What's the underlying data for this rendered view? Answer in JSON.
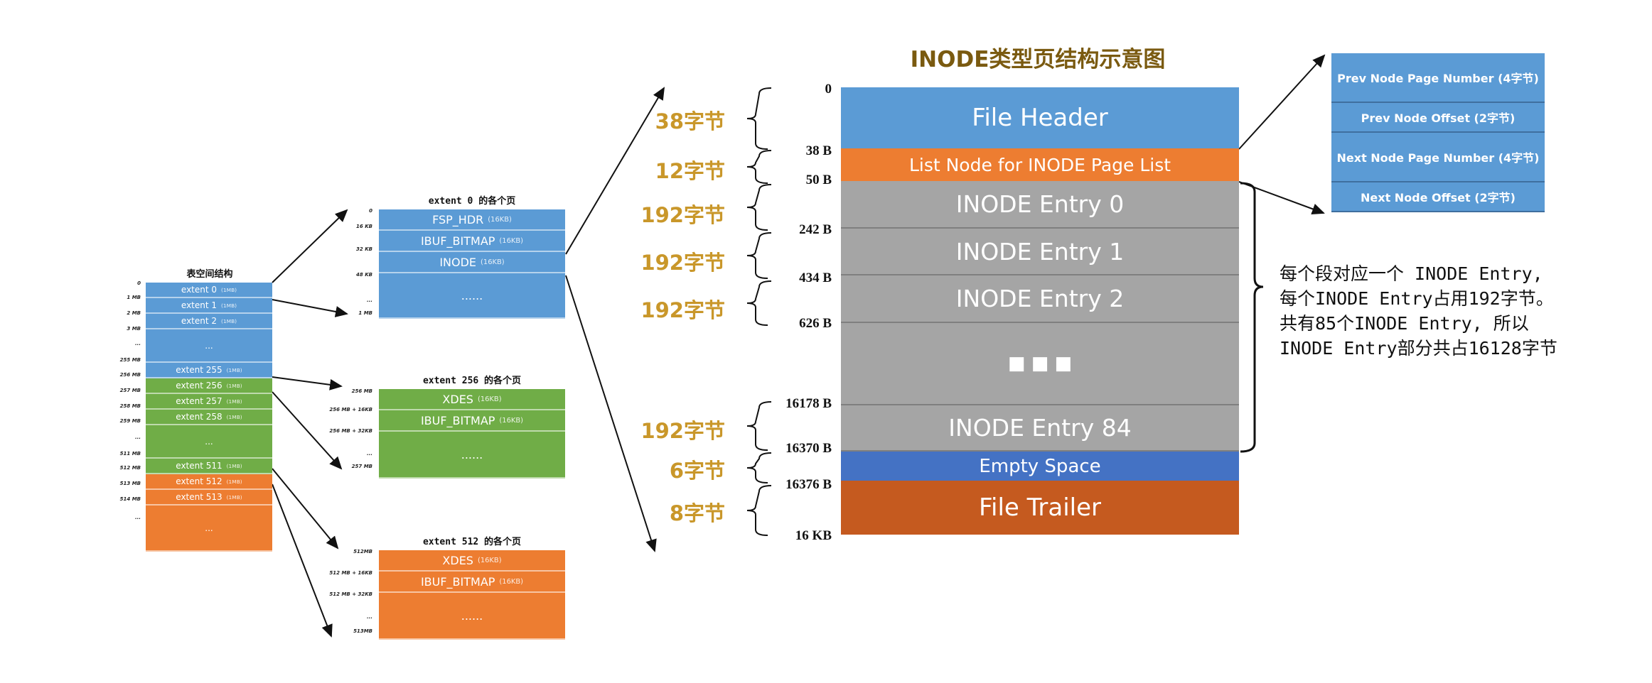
{
  "colors": {
    "blue": "#5b9bd5",
    "green": "#70ad47",
    "orange": "#ed7d31",
    "gray": "#a5a5a5",
    "empty_blue": "#4472c4",
    "trailer": "#c55a1f",
    "title_gold": "#7a5a10",
    "byte_label": "#c9972a"
  },
  "tablespace": {
    "title": "表空间结构",
    "extents": [
      {
        "label": "extent 0",
        "size": "(1MB)",
        "color": "blue"
      },
      {
        "label": "extent 1",
        "size": "(1MB)",
        "color": "blue"
      },
      {
        "label": "extent 2",
        "size": "(1MB)",
        "color": "blue"
      },
      {
        "label": "...",
        "size": "",
        "color": "blue"
      },
      {
        "label": "extent 255",
        "size": "(1MB)",
        "color": "blue"
      },
      {
        "label": "extent 256",
        "size": "(1MB)",
        "color": "green"
      },
      {
        "label": "extent 257",
        "size": "(1MB)",
        "color": "green"
      },
      {
        "label": "extent 258",
        "size": "(1MB)",
        "color": "green"
      },
      {
        "label": "...",
        "size": "",
        "color": "green"
      },
      {
        "label": "extent 511",
        "size": "(1MB)",
        "color": "green"
      },
      {
        "label": "extent 512",
        "size": "(1MB)",
        "color": "orange"
      },
      {
        "label": "extent 513",
        "size": "(1MB)",
        "color": "orange"
      },
      {
        "label": "...",
        "size": "",
        "color": "orange"
      }
    ],
    "offsets": [
      "0",
      "1 MB",
      "2 MB",
      "3 MB",
      "...",
      "255 MB",
      "256 MB",
      "257 MB",
      "258 MB",
      "259 MB",
      "...",
      "511 MB",
      "512 MB",
      "513 MB",
      "514 MB",
      "..."
    ]
  },
  "extent_details": [
    {
      "title": "extent 0 的各个页",
      "color": "blue",
      "pages": [
        {
          "label": "FSP_HDR",
          "size": "(16KB)"
        },
        {
          "label": "IBUF_BITMAP",
          "size": "(16KB)"
        },
        {
          "label": "INODE",
          "size": "(16KB)"
        },
        {
          "label": "......",
          "size": ""
        }
      ],
      "offsets": [
        "0",
        "16 KB",
        "32 KB",
        "48 KB",
        "...",
        "1 MB"
      ]
    },
    {
      "title": "extent 256 的各个页",
      "color": "green",
      "pages": [
        {
          "label": "XDES",
          "size": "(16KB)"
        },
        {
          "label": "IBUF_BITMAP",
          "size": "(16KB)"
        },
        {
          "label": "......",
          "size": ""
        }
      ],
      "offsets": [
        "256 MB",
        "256 MB + 16KB",
        "256 MB + 32KB",
        "...",
        "257 MB"
      ]
    },
    {
      "title": "extent 512 的各个页",
      "color": "orange",
      "pages": [
        {
          "label": "XDES",
          "size": "(16KB)"
        },
        {
          "label": "IBUF_BITMAP",
          "size": "(16KB)"
        },
        {
          "label": "......",
          "size": ""
        }
      ],
      "offsets": [
        "512MB",
        "512 MB + 16KB",
        "512 MB + 32KB",
        "...",
        "513MB"
      ]
    }
  ],
  "inode_page": {
    "title": "INODE类型页结构示意图",
    "sections": [
      {
        "label": "File Header",
        "color": "blue"
      },
      {
        "label": "List Node for INODE Page List",
        "color": "orange"
      },
      {
        "label": "INODE Entry 0",
        "color": "gray"
      },
      {
        "label": "INODE Entry 1",
        "color": "gray"
      },
      {
        "label": "INODE Entry 2",
        "color": "gray"
      },
      {
        "label": "■ ■ ■",
        "color": "gray"
      },
      {
        "label": "INODE Entry 84",
        "color": "gray"
      },
      {
        "label": "Empty Space",
        "color": "empty_blue"
      },
      {
        "label": "File Trailer",
        "color": "trailer"
      }
    ],
    "offsets": [
      "0",
      "38 B",
      "50 B",
      "242 B",
      "434 B",
      "626 B",
      "16178 B",
      "16370 B",
      "16376 B",
      "16 KB"
    ],
    "byte_sizes": [
      "38字节",
      "12字节",
      "192字节",
      "192字节",
      "192字节",
      "192字节",
      "6字节",
      "8字节"
    ]
  },
  "list_node": {
    "fields": [
      "Prev Node Page Number (4字节)",
      "Prev Node Offset (2字节)",
      "Next Node Page Number (4字节)",
      "Next Node Offset (2字节)"
    ]
  },
  "note": {
    "lines": [
      "每个段对应一个 INODE Entry,",
      "每个INODE Entry占用192字节。",
      "共有85个INODE Entry, 所以",
      "INODE Entry部分共占16128字节"
    ]
  }
}
